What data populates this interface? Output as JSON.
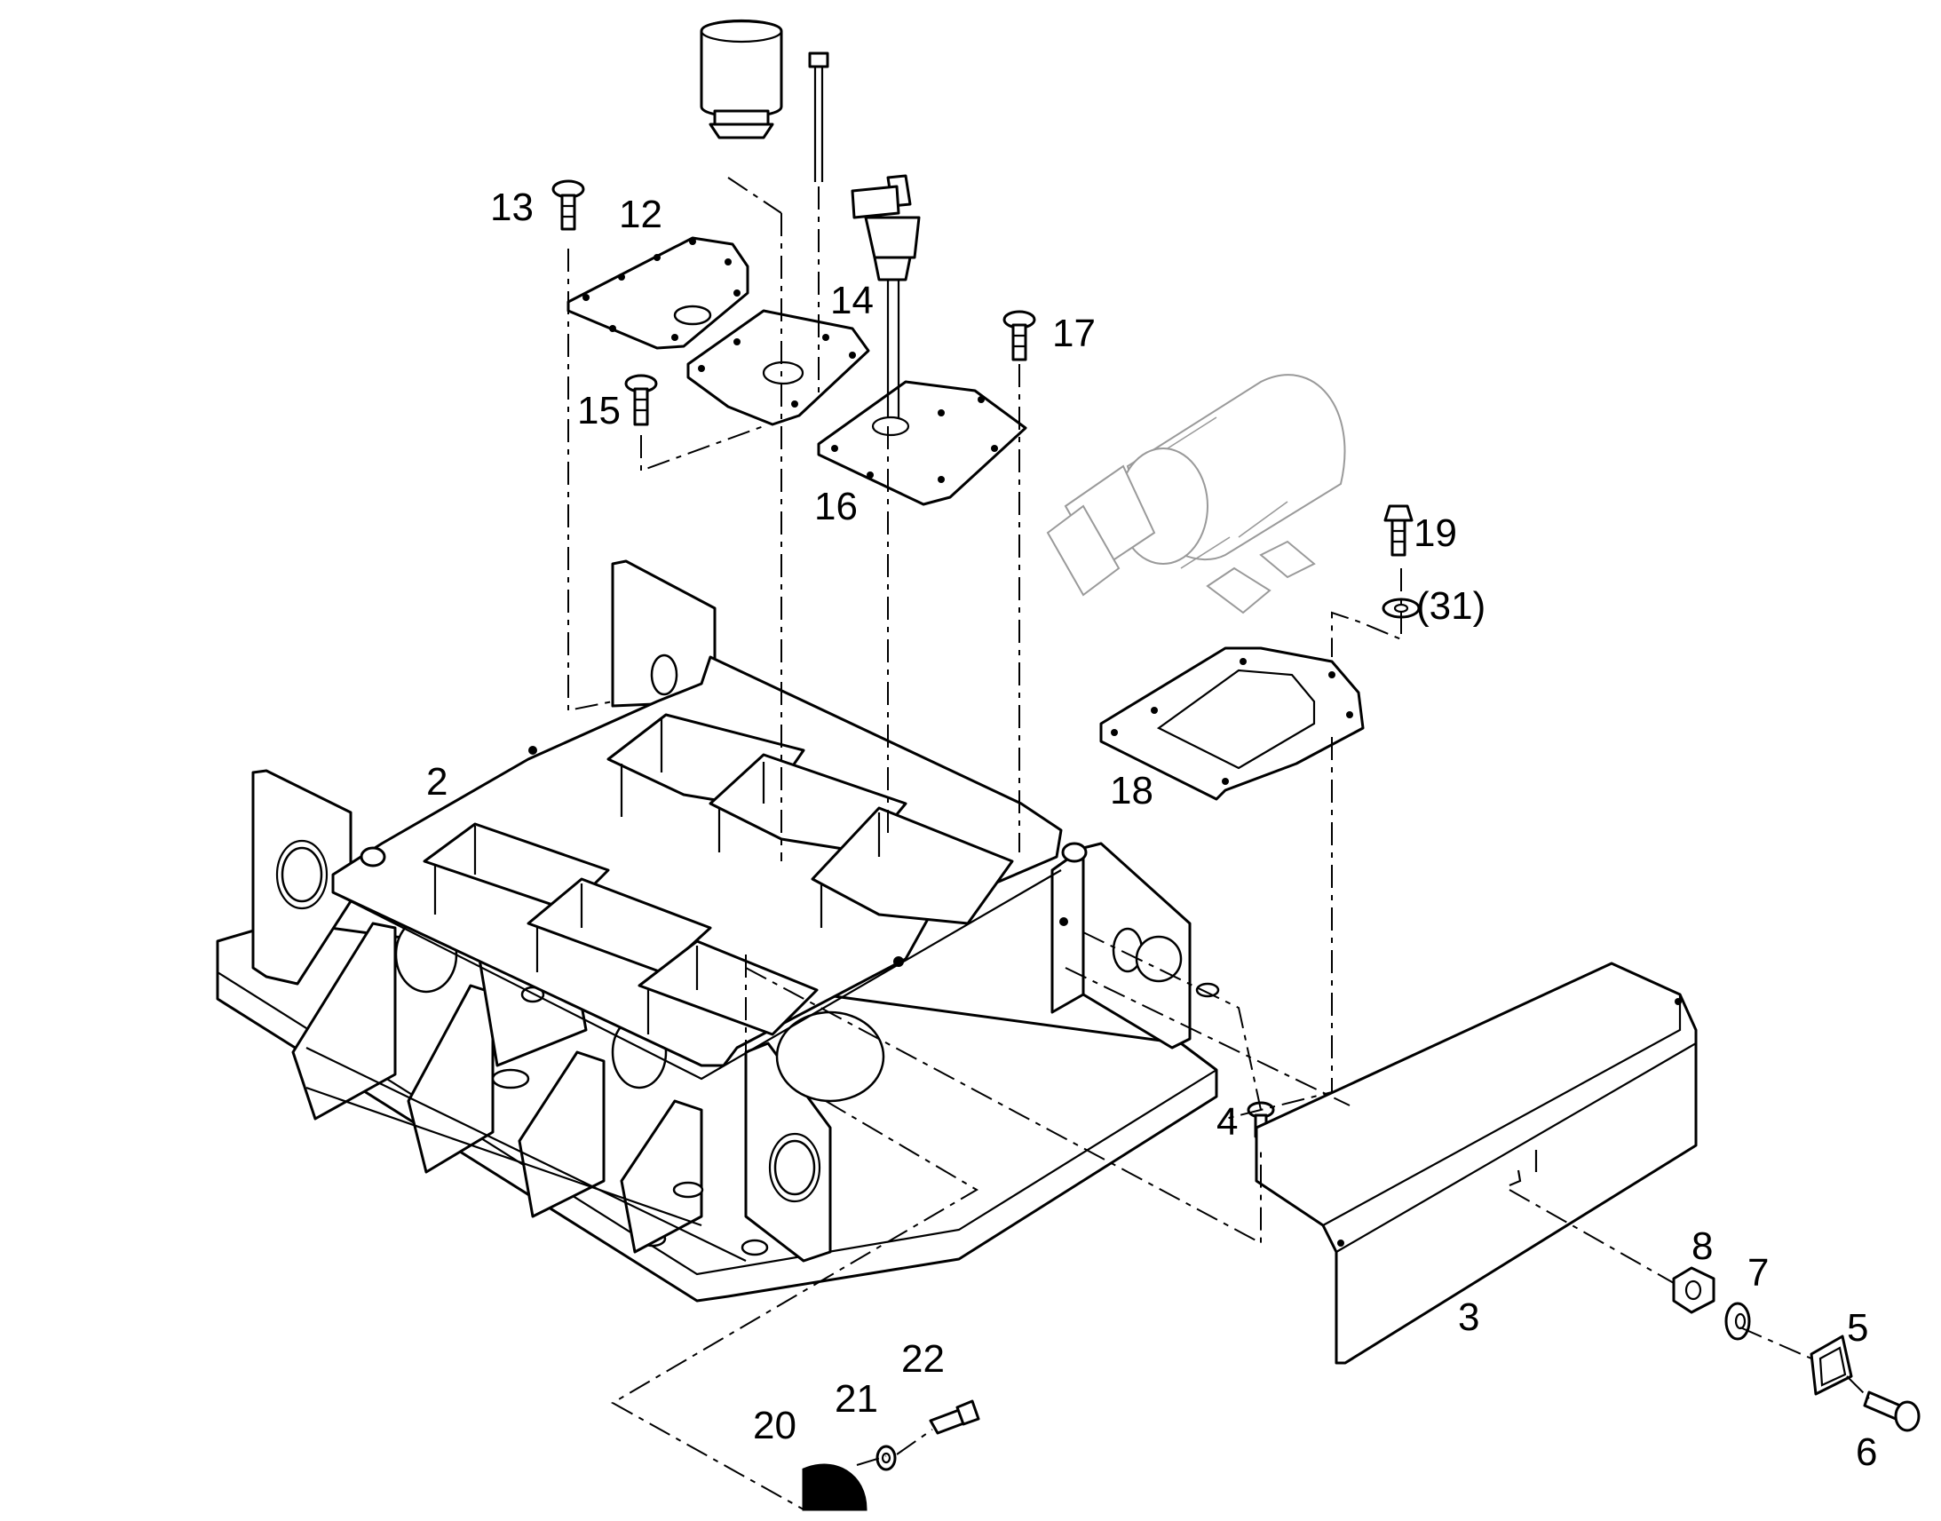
{
  "diagram": {
    "callouts": [
      {
        "id": "c2",
        "text": "2"
      },
      {
        "id": "c3",
        "text": "3"
      },
      {
        "id": "c4",
        "text": "4"
      },
      {
        "id": "c5",
        "text": "5"
      },
      {
        "id": "c6",
        "text": "6"
      },
      {
        "id": "c7",
        "text": "7"
      },
      {
        "id": "c8",
        "text": "8"
      },
      {
        "id": "c12",
        "text": "12"
      },
      {
        "id": "c13",
        "text": "13"
      },
      {
        "id": "c14",
        "text": "14"
      },
      {
        "id": "c15",
        "text": "15"
      },
      {
        "id": "c16",
        "text": "16"
      },
      {
        "id": "c17",
        "text": "17"
      },
      {
        "id": "c18",
        "text": "18"
      },
      {
        "id": "c19",
        "text": "19"
      },
      {
        "id": "c31",
        "text": "(31)"
      },
      {
        "id": "c20",
        "text": "20"
      },
      {
        "id": "c21",
        "text": "21"
      },
      {
        "id": "c22",
        "text": "22"
      }
    ]
  }
}
